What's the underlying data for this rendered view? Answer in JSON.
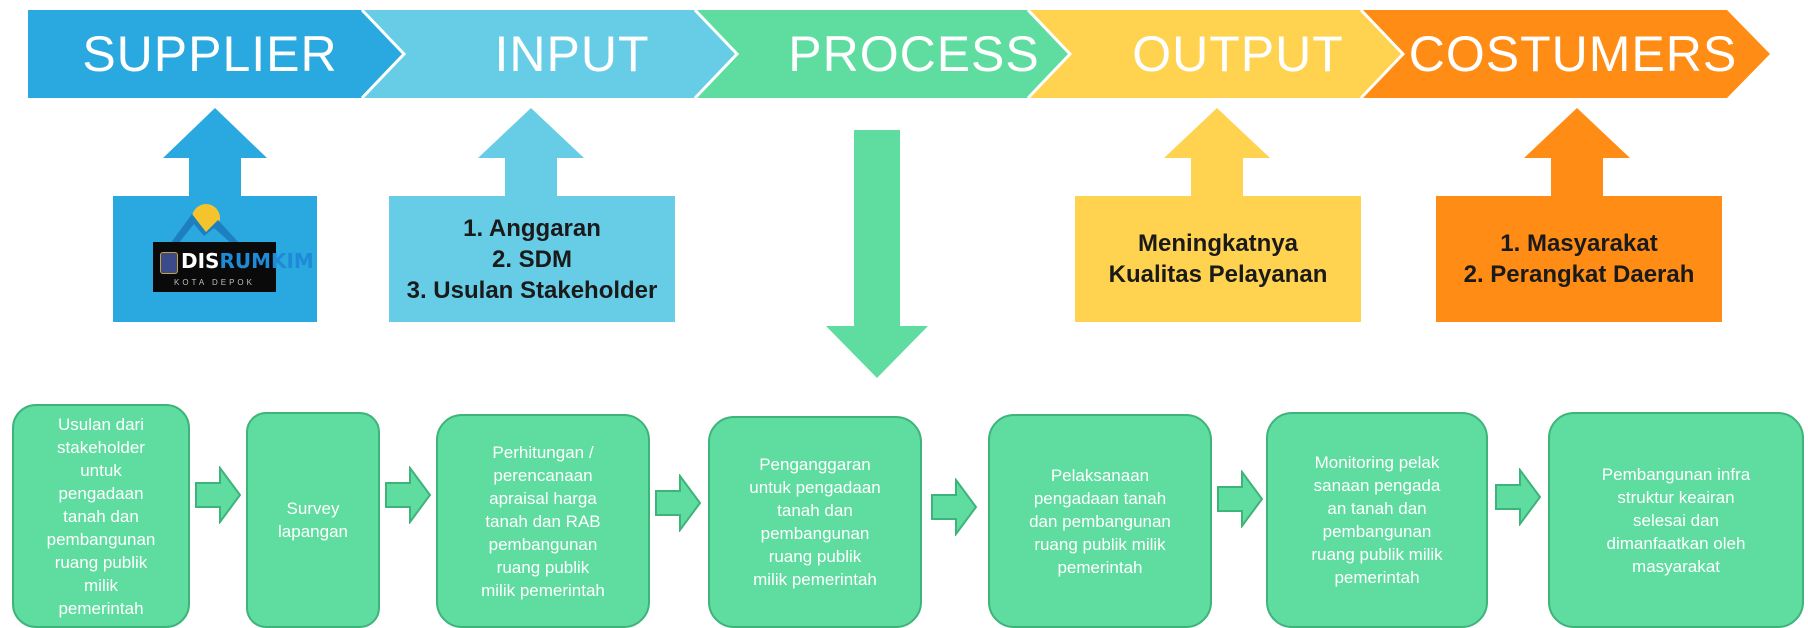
{
  "colors": {
    "supplier": "#2aa8e0",
    "input": "#67cde6",
    "process": "#5fdc9f",
    "output": "#ffd34f",
    "costumers": "#ff8c14",
    "step_fill": "#5fdc9f",
    "step_border": "#3fb47a"
  },
  "chevrons": [
    "SUPPLIER",
    "INPUT",
    "PROCESS",
    "OUTPUT",
    "COSTUMERS"
  ],
  "supplier_box": {
    "logo_text_a": "DIS",
    "logo_text_b": "RUMKIM",
    "logo_sub": "KOTA DEPOK",
    "icon": "disrumkim-logo"
  },
  "input_box": {
    "lines": [
      "1. Anggaran",
      "2. SDM",
      "3. Usulan Stakeholder"
    ]
  },
  "output_box": {
    "lines": [
      "Meningkatnya",
      "Kualitas Pelayanan"
    ]
  },
  "costumers_box": {
    "lines": [
      "1. Masyarakat",
      "2. Perangkat Daerah"
    ]
  },
  "process_steps": [
    "Usulan dari\nstakeholder\nuntuk\npengadaan\ntanah dan\npembangunan\nruang publik\nmilik\npemerintah",
    "Survey\nlapangan",
    "Perhitungan /\nperencanaan\napraisal harga\ntanah dan RAB\npembangunan\nruang publik\nmilik pemerintah",
    "Penganggaran\nuntuk pengadaan\ntanah dan\npembangunan\nruang publik\nmilik pemerintah",
    "Pelaksanaan\npengadaan tanah\ndan pembangunan\nruang publik milik\npemerintah",
    "Monitoring pelak\nsanaan pengada\nan tanah dan\npembangunan\nruang publik milik\npemerintah",
    "Pembangunan infra\nstruktur keairan\nselesai dan\ndimanfaatkan oleh\nmasyarakat"
  ]
}
